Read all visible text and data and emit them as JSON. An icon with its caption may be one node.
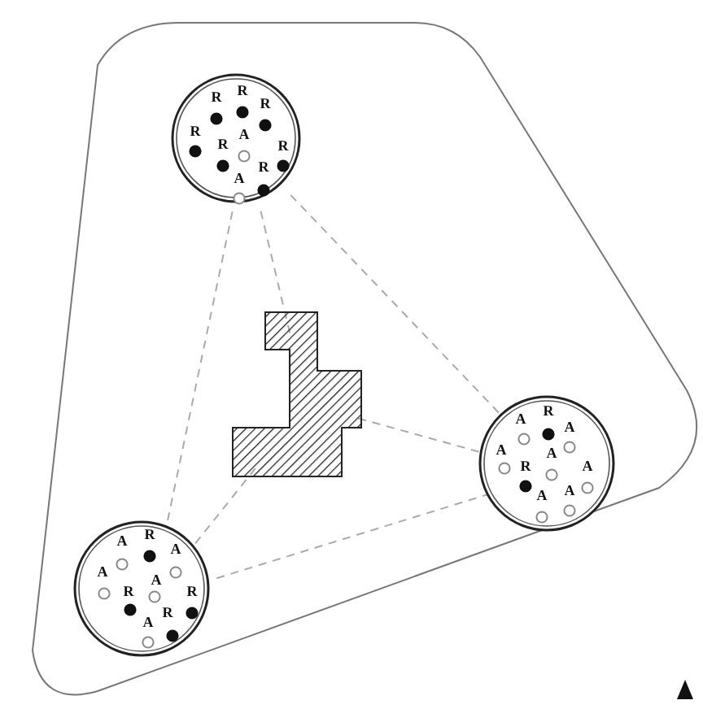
{
  "diagram": {
    "nodes": [
      {
        "text": [],
        "shape": "triangle"
      },
      {
        "text": [],
        "shape": "circle",
        "in": 0
      },
      {
        "text": [],
        "shape": "polygon",
        "in": 0
      },
      {
        "text": [],
        "shape": "circle",
        "in": 0
      },
      {
        "text": [],
        "shape": "circle",
        "in": 0
      }
    ],
    "edges": [
      {
        "from": 1,
        "to": 2,
        "arrow": "none",
        "style": "dashed"
      },
      {
        "from": 1,
        "to": 3,
        "arrow": "none",
        "style": "dashed"
      },
      {
        "from": 1,
        "to": 4,
        "arrow": "none",
        "style": "dashed"
      },
      {
        "from": 2,
        "to": 3,
        "arrow": "none",
        "style": "dashed"
      },
      {
        "from": 2,
        "to": 4,
        "arrow": "none",
        "style": "dashed"
      },
      {
        "from": 4,
        "to": 3,
        "arrow": "none",
        "style": "dashed"
      }
    ],
    "labels": [
      "R",
      "R",
      "R",
      "R",
      "R",
      "A",
      "R",
      "R",
      "A",
      "A",
      "R",
      "A",
      "A",
      "R",
      "A",
      "A",
      "A",
      "A",
      "A",
      "R",
      "A",
      "A",
      "R",
      "A",
      "R",
      "A",
      "R"
    ]
  }
}
